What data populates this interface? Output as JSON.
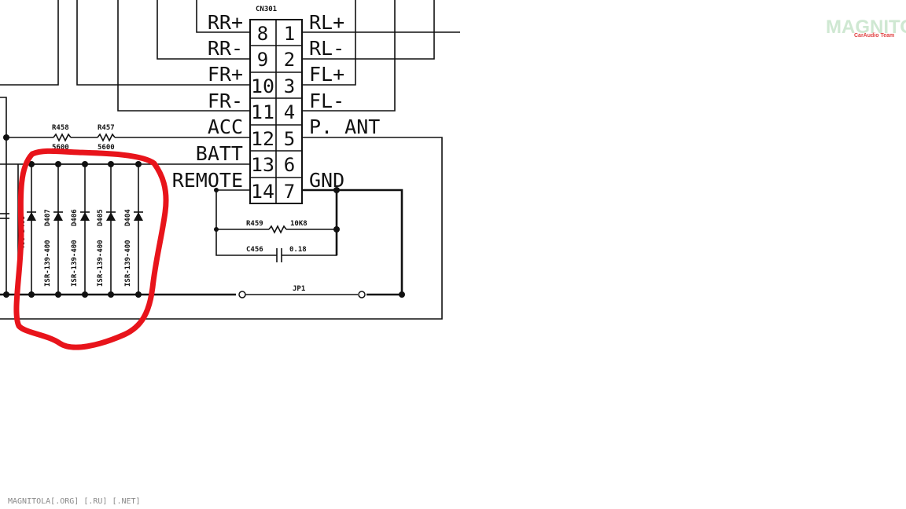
{
  "connector": {
    "ref": "CN301",
    "left_pins": [
      {
        "label": "RR+",
        "pin": "8"
      },
      {
        "label": "RR-",
        "pin": "9"
      },
      {
        "label": "FR+",
        "pin": "10"
      },
      {
        "label": "FR-",
        "pin": "11"
      },
      {
        "label": "ACC",
        "pin": "12"
      },
      {
        "label": "BATT",
        "pin": "13"
      },
      {
        "label": "REMOTE",
        "pin": "14"
      }
    ],
    "right_pins": [
      {
        "label": "RL+",
        "pin": "1"
      },
      {
        "label": "RL-",
        "pin": "2"
      },
      {
        "label": "FL+",
        "pin": "3"
      },
      {
        "label": "FL-",
        "pin": "4"
      },
      {
        "label": "P. ANT",
        "pin": "5"
      },
      {
        "label": "",
        "pin": "6"
      },
      {
        "label": "GND",
        "pin": "7"
      }
    ]
  },
  "resistors": {
    "r458": {
      "ref": "R458",
      "value": "5600"
    },
    "r457": {
      "ref": "R457",
      "value": "5600"
    },
    "r459": {
      "ref": "R459",
      "value": "10K8"
    }
  },
  "capacitor": {
    "ref": "C456",
    "value": "0.18"
  },
  "jumper": {
    "ref": "JP1"
  },
  "diodes": [
    {
      "ref": "D407",
      "part": "ISR-139-400"
    },
    {
      "ref": "D406",
      "part": "ISR-139-400"
    },
    {
      "ref": "D405",
      "part": "ISR-139-400"
    },
    {
      "ref": "D404",
      "part": "ISR-139-400"
    }
  ],
  "partial_diode": {
    "text": "400 D408"
  },
  "highlight_color": "#e8141b",
  "watermark": {
    "logo": "MAGNITOLA",
    "sub": "CarAudio Team"
  },
  "footer": "MAGNITOLA[.ORG] [.RU] [.NET]"
}
